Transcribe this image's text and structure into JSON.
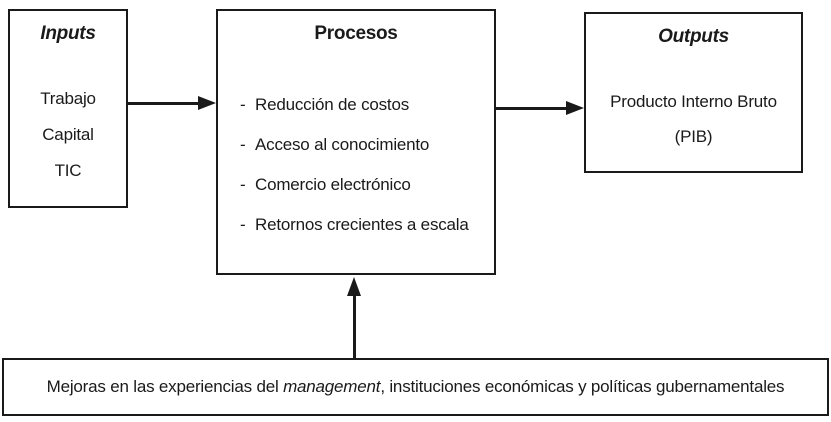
{
  "diagram": {
    "boxes": {
      "inputs": {
        "title": "Inputs",
        "items": [
          "Trabajo",
          "Capital",
          "TIC"
        ]
      },
      "procesos": {
        "title": "Procesos",
        "bullet": "-",
        "items": [
          "Reducción de costos",
          "Acceso al conocimiento",
          "Comercio electrónico",
          "Retornos crecientes a escala"
        ]
      },
      "outputs": {
        "title": "Outputs",
        "lines": [
          "Producto Interno Bruto",
          "(PIB)"
        ]
      },
      "bottom": {
        "prefix": "Mejoras en las experiencias del ",
        "emphasis": "management",
        "suffix": ", instituciones económicas y políticas gubernamentales"
      }
    },
    "arrows": [
      {
        "name": "inputs-to-procesos",
        "direction": "right"
      },
      {
        "name": "procesos-to-outputs",
        "direction": "right"
      },
      {
        "name": "bottom-to-procesos",
        "direction": "up"
      }
    ],
    "colors": {
      "line": "#1a1a1a",
      "background": "#ffffff"
    }
  }
}
